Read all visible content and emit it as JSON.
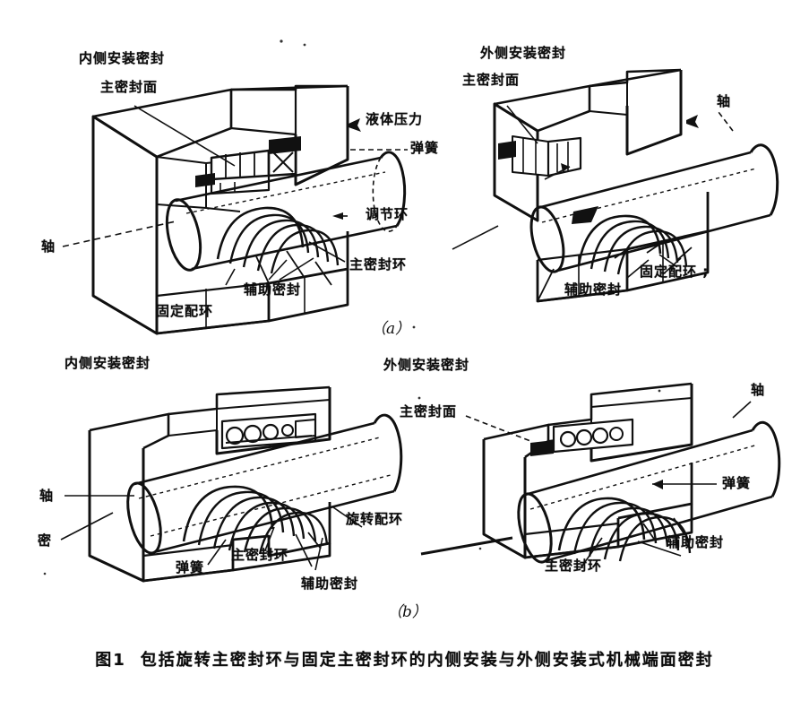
{
  "figure": {
    "caption_number": "图1",
    "caption_text": "包括旋转主密封环与固定主密封环的内侧安装与外侧安装式机械端面密封",
    "subcaption_a": "（a）",
    "subcaption_b": "（b）"
  },
  "panel_a": {
    "left_view": {
      "title": "内侧安装密封",
      "labels": {
        "main_seal_face": "主密封面",
        "shaft": "轴",
        "fixed_mating_ring": "固定配环",
        "auxiliary_seal": "辅助密封"
      }
    },
    "center_labels": {
      "fluid_pressure": "液体压力",
      "spring": "弹簧",
      "adjusting_ring": "调节环",
      "main_seal_ring": "主密封环"
    },
    "right_view": {
      "title": "外侧安装密封",
      "labels": {
        "main_seal_face": "主密封面",
        "shaft": "轴",
        "auxiliary_seal": "辅助密封",
        "fixed_mating_ring": "固定配环 ;"
      }
    }
  },
  "panel_b": {
    "left_view": {
      "title": "内侧安装密封",
      "labels": {
        "shaft": "轴",
        "seal": "密",
        "spring": "弹簧",
        "main_seal_ring": "主密封环",
        "auxiliary_seal": "辅助密封",
        "rotating_mating_ring": "旋转配环"
      }
    },
    "right_view": {
      "title": "外侧安装密封",
      "labels": {
        "main_seal_face": "主密封面",
        "shaft": "轴",
        "spring": "弹簧",
        "auxiliary_seal": "辅助密封",
        "main_seal_ring": "主密封环"
      }
    }
  },
  "colors": {
    "ink": "#0c0c0c",
    "paper": "#ffffff"
  }
}
